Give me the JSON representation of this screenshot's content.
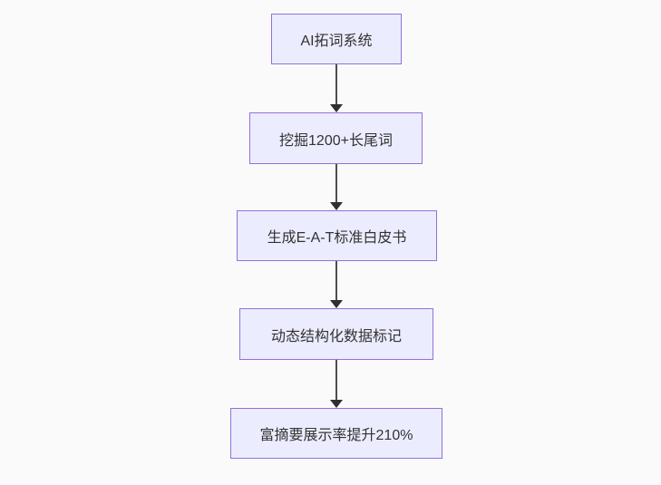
{
  "diagram": {
    "type": "flowchart",
    "direction": "top-down",
    "nodes": [
      {
        "id": "n1",
        "label": "AI拓词系统"
      },
      {
        "id": "n2",
        "label": "挖掘1200+长尾词"
      },
      {
        "id": "n3",
        "label": "生成E-A-T标准白皮书"
      },
      {
        "id": "n4",
        "label": "动态结构化数据标记"
      },
      {
        "id": "n5",
        "label": "富摘要展示率提升210%"
      }
    ],
    "edges": [
      {
        "from": "n1",
        "to": "n2",
        "style": "arrow"
      },
      {
        "from": "n2",
        "to": "n3",
        "style": "arrow"
      },
      {
        "from": "n3",
        "to": "n4",
        "style": "arrow"
      },
      {
        "from": "n4",
        "to": "n5",
        "style": "arrow"
      }
    ],
    "colors": {
      "node_fill": "#ECECFF",
      "node_border": "#9370DB",
      "node_text": "#333333",
      "arrow": "#333333",
      "background": "#FAFAFA"
    }
  }
}
